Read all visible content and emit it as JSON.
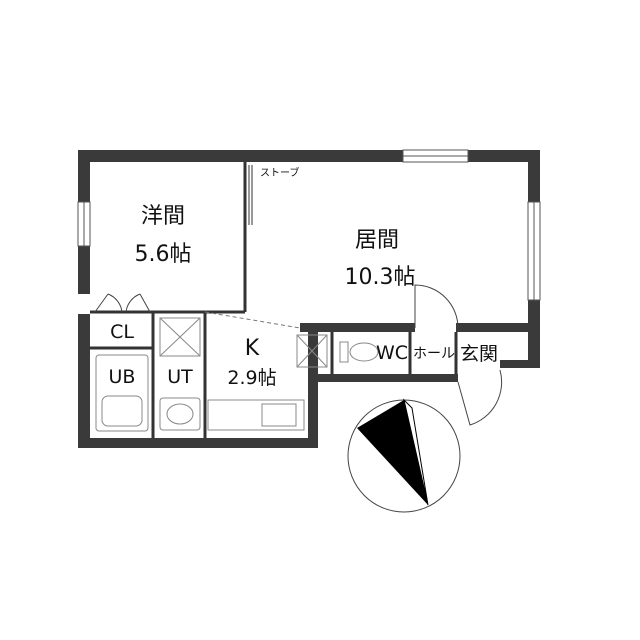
{
  "rooms": {
    "western": {
      "name": "洋間",
      "size": "5.6帖"
    },
    "living": {
      "name": "居間",
      "size": "10.3帖"
    },
    "kitchen": {
      "name": "K",
      "size": "2.9帖"
    },
    "closet": {
      "name": "CL"
    },
    "bath": {
      "name": "UB"
    },
    "utility": {
      "name": "UT"
    },
    "toilet": {
      "name": "WC"
    },
    "hall": {
      "name": "ホール"
    },
    "entrance": {
      "name": "玄関"
    }
  },
  "stove": {
    "label": "ストーブ"
  },
  "compass": {
    "needle_color": "#000000"
  },
  "colors": {
    "wall": "#3a3a3a",
    "line": "#333333",
    "fixture": "#888888"
  }
}
